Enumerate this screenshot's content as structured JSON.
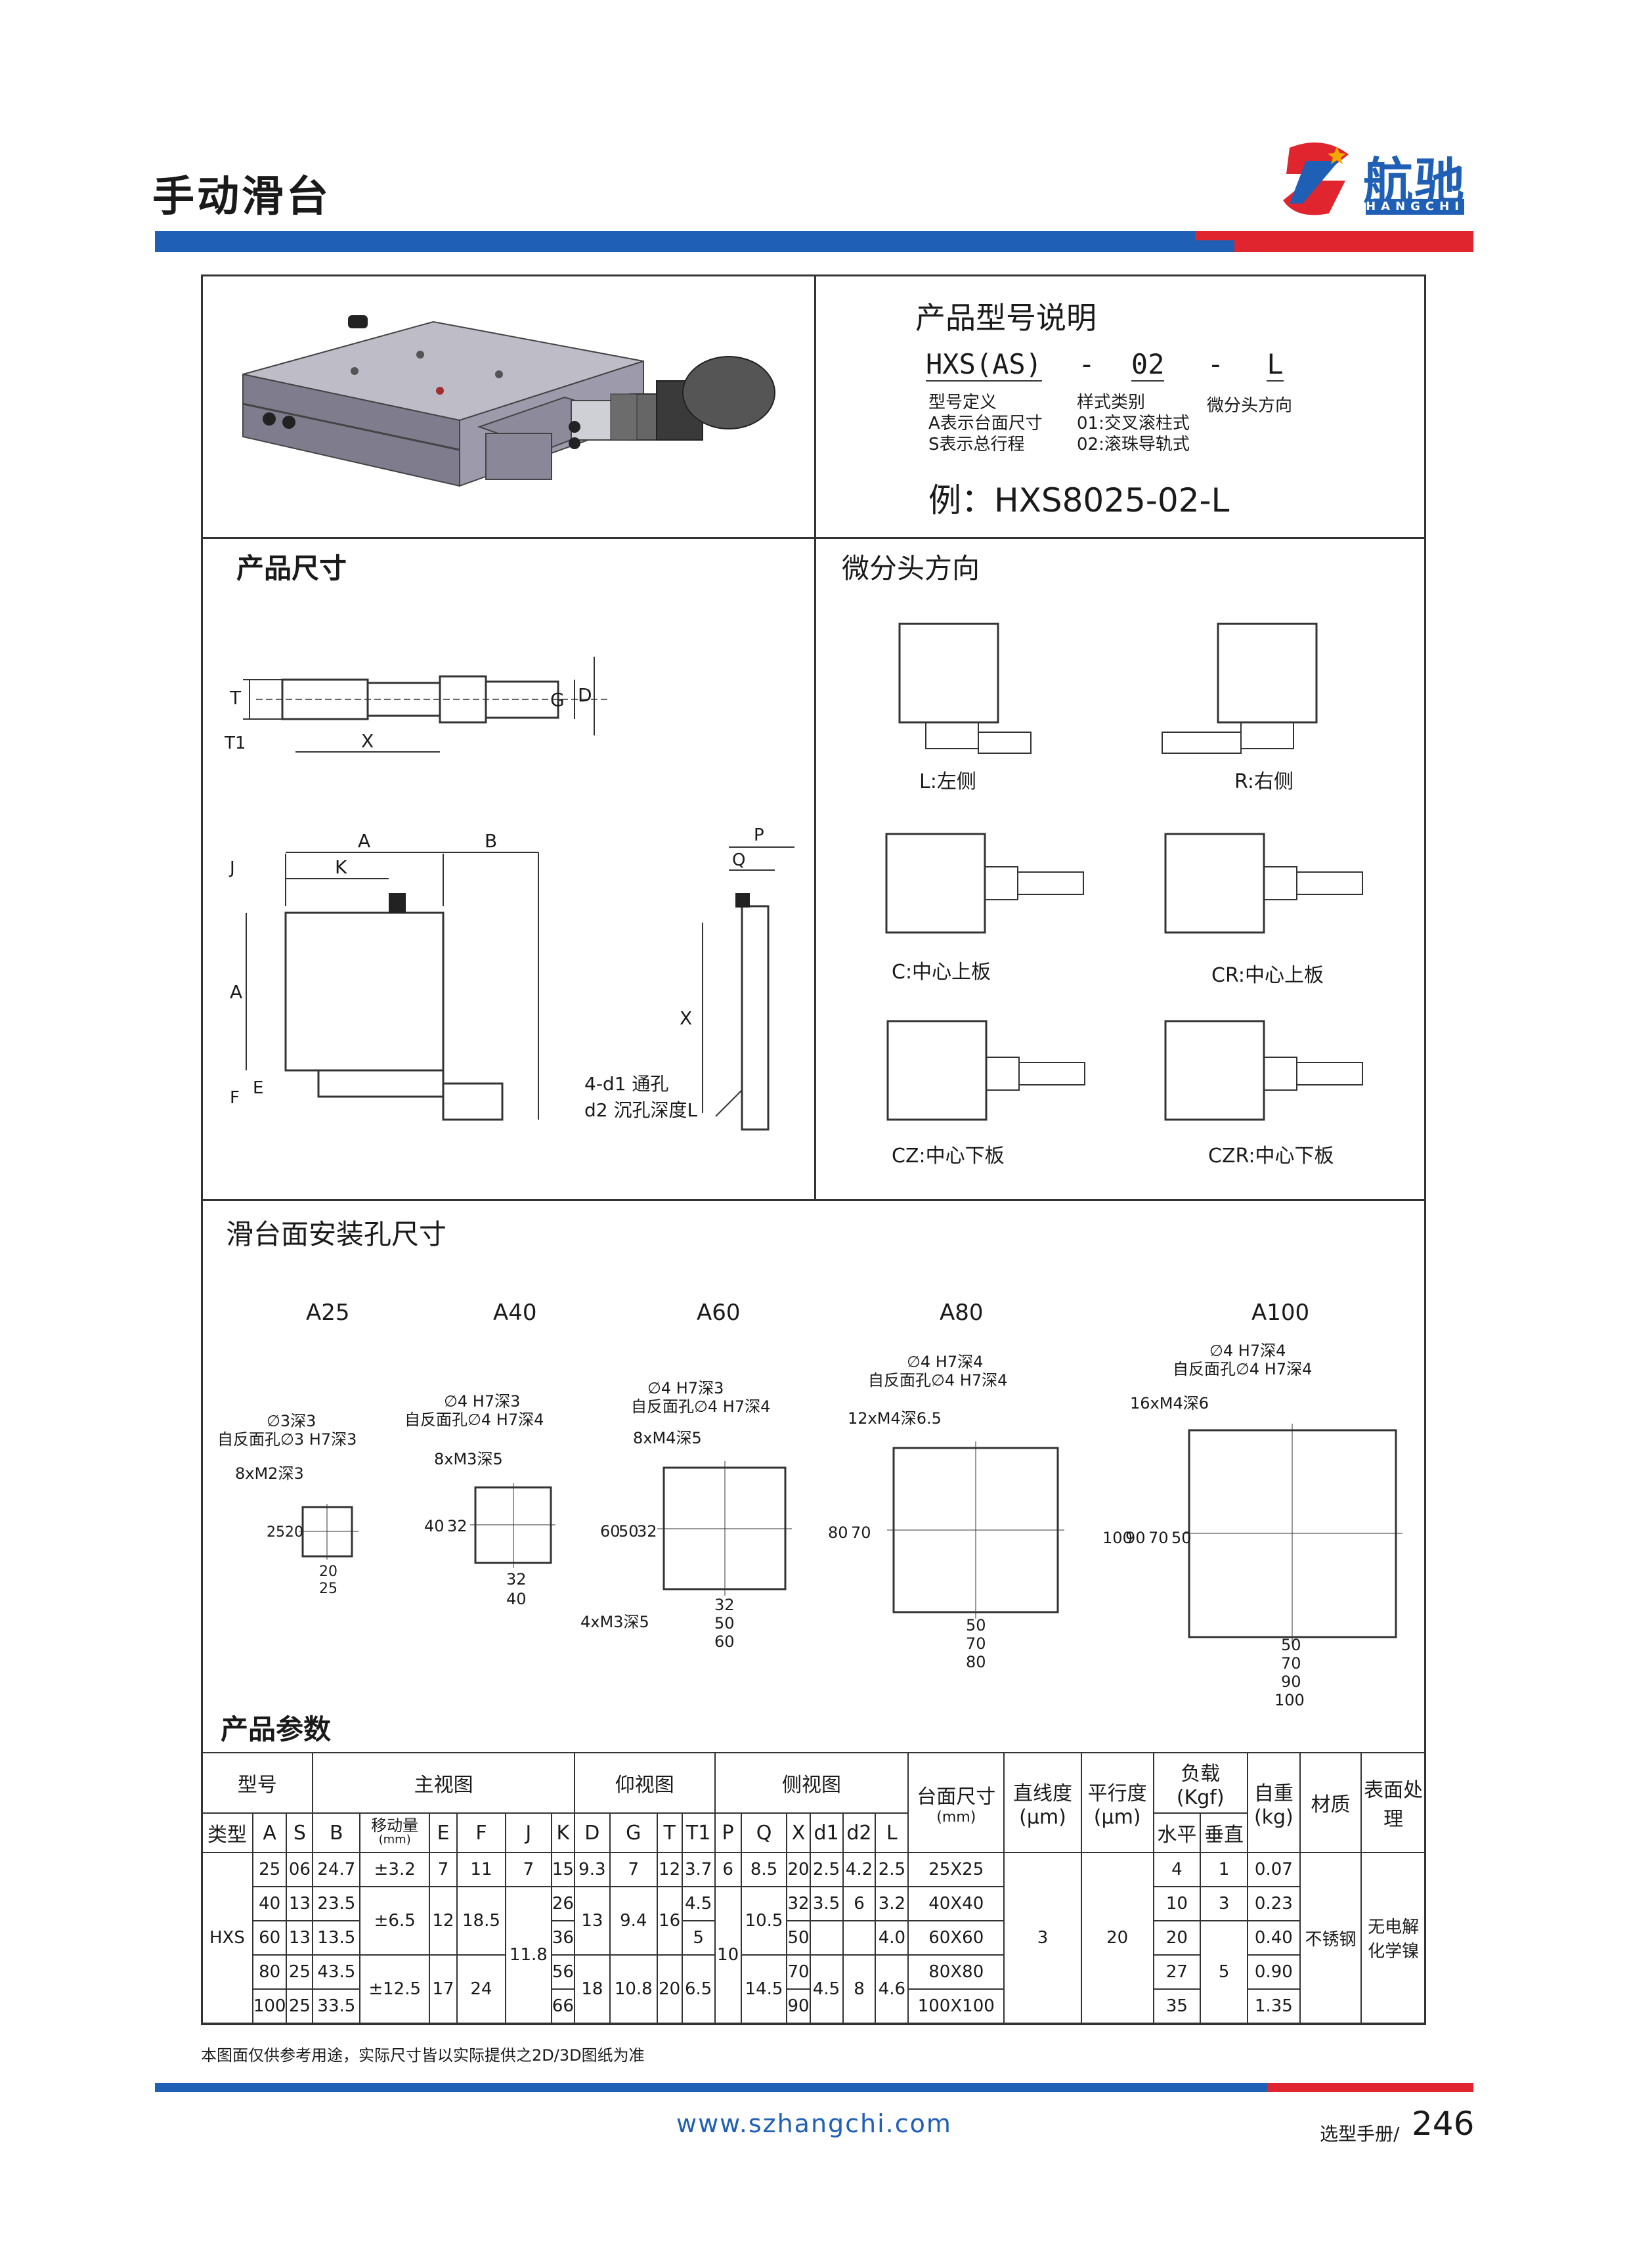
{
  "header": {
    "title": "手动滑台",
    "logo_cn": "航驰",
    "logo_en": "HANGCHI"
  },
  "colors": {
    "blue": "#1f5fb5",
    "red": "#e0252e",
    "metal": "#8c8a99"
  },
  "model_explain": {
    "title": "产品型号说明",
    "code_parts": [
      "HXS(AS)",
      "-",
      "02",
      "-",
      "L"
    ],
    "col1": [
      "型号定义",
      "A表示台面尺寸",
      "S表示总行程"
    ],
    "col2": [
      "样式类别",
      "01:交叉滚柱式",
      "02:滚珠导轨式"
    ],
    "col3": [
      "微分头方向"
    ],
    "example": "例：HXS8025-02-L"
  },
  "dimensions": {
    "title": "产品尺寸",
    "labels": {
      "T": "T",
      "T1": "T1",
      "X": "X",
      "G": "G",
      "D": "D",
      "A": "A",
      "B": "B",
      "K": "K",
      "J": "J",
      "F": "F",
      "E": "E",
      "P": "P",
      "Q": "Q"
    },
    "hole_note1": "4-d1 通孔",
    "hole_note2": "d2 沉孔深度L"
  },
  "direction": {
    "title": "微分头方向",
    "items": [
      "L:左侧",
      "R:右侧",
      "C:中心上板",
      "CR:中心上板",
      "CZ:中心下板",
      "CZR:中心下板"
    ]
  },
  "holes": {
    "title": "滑台面安装孔尺寸",
    "A25": {
      "name": "A25",
      "notes": [
        "∅3深3",
        "自反面孔∅3 H7深3",
        "8xM2深3"
      ],
      "dims": [
        "25",
        "20",
        "20",
        "25"
      ]
    },
    "A40": {
      "name": "A40",
      "notes": [
        "∅4 H7深3",
        "自反面孔∅4 H7深4",
        "8xM3深5"
      ],
      "dims": [
        "40",
        "32",
        "32",
        "40"
      ]
    },
    "A60": {
      "name": "A60",
      "notes": [
        "∅4 H7深3",
        "自反面孔∅4 H7深4",
        "8xM4深5",
        "4xM3深5"
      ],
      "dims": [
        "60",
        "50",
        "32",
        "32",
        "50",
        "60"
      ]
    },
    "A80": {
      "name": "A80",
      "notes": [
        "∅4 H7深4",
        "自反面孔∅4 H7深4",
        "12xM4深6.5"
      ],
      "dims": [
        "80",
        "70",
        "50",
        "70",
        "80"
      ]
    },
    "A100": {
      "name": "A100",
      "notes": [
        "∅4 H7深4",
        "自反面孔∅4 H7深4",
        "16xM4深6"
      ],
      "dims": [
        "100",
        "90",
        "70",
        "50",
        "50",
        "70",
        "90",
        "100"
      ]
    }
  },
  "params": {
    "title": "产品参数",
    "groups": {
      "model": "型号",
      "main": "主视图",
      "bottom": "仰视图",
      "side": "侧视图",
      "table_size": "台面尺寸",
      "table_unit": "(mm)",
      "straight": "直线度",
      "straight_unit": "(μm)",
      "parallel": "平行度",
      "parallel_unit": "(μm)",
      "load": "负载",
      "load_unit": "(Kgf)",
      "weight": "自重",
      "weight_unit": "(kg)",
      "material": "材质",
      "surface": "表面处理"
    },
    "sub": {
      "type": "类型",
      "A": "A",
      "S": "S",
      "B": "B",
      "move": "移动量",
      "move_unit": "(mm)",
      "E": "E",
      "F": "F",
      "J": "J",
      "K": "K",
      "D": "D",
      "G": "G",
      "T": "T",
      "T1": "T1",
      "P": "P",
      "Q": "Q",
      "X": "X",
      "d1": "d1",
      "d2": "d2",
      "L": "L",
      "horiz": "水平",
      "vert": "垂直"
    },
    "type_name": "HXS",
    "material": "不锈钢",
    "surface": "无电解化学镍",
    "straightness": "3",
    "parallelism": "20",
    "P_val": "10",
    "rows": [
      {
        "A": "25",
        "S": "06",
        "B": "24.7",
        "K": "15",
        "X": "20",
        "size": "25X25",
        "horiz": "4",
        "weight": "0.07"
      },
      {
        "A": "40",
        "S": "13",
        "B": "23.5",
        "K": "26",
        "X": "32",
        "size": "40X40",
        "horiz": "10",
        "weight": "0.23"
      },
      {
        "A": "60",
        "S": "13",
        "B": "13.5",
        "K": "36",
        "X": "50",
        "size": "60X60",
        "horiz": "20",
        "weight": "0.40"
      },
      {
        "A": "80",
        "S": "25",
        "B": "43.5",
        "K": "56",
        "X": "70",
        "size": "80X80",
        "horiz": "27",
        "weight": "0.90"
      },
      {
        "A": "100",
        "S": "25",
        "B": "33.5",
        "K": "66",
        "X": "90",
        "size": "100X100",
        "horiz": "35",
        "weight": "1.35"
      }
    ],
    "merged": {
      "move1": "±3.2",
      "E1": "7",
      "F1": "11",
      "J1": "7",
      "D1": "9.3",
      "G1": "7",
      "T1a": "12",
      "T1b": "3.7",
      "P1": "6",
      "Q1": "8.5",
      "d1a": "2.5",
      "d2a": "4.2",
      "La": "2.5",
      "vert1": "1",
      "move2": "±6.5",
      "E2": "12",
      "F2": "18.5",
      "T1c": "4.5",
      "d1b": "3.5",
      "d2b": "6",
      "Lb": "3.2",
      "vert2": "3",
      "J2": "11.8",
      "D2": "13",
      "G2": "9.4",
      "T2": "16",
      "T1d": "5",
      "Q2": "10.5",
      "Lc": "4.0",
      "move3": "±12.5",
      "E3": "17",
      "F3": "24",
      "D3": "18",
      "G3": "10.8",
      "T3": "20",
      "T1e": "6.5",
      "Q3": "14.5",
      "d1c": "4.5",
      "d2c": "8",
      "Ld": "4.6",
      "vert3": "5"
    }
  },
  "footer": {
    "note": "本图面仅供参考用途，实际尺寸皆以实际提供之2D/3D图纸为准",
    "url": "www.szhangchi.com",
    "page_label": "选型手册/",
    "page_number": "246"
  }
}
